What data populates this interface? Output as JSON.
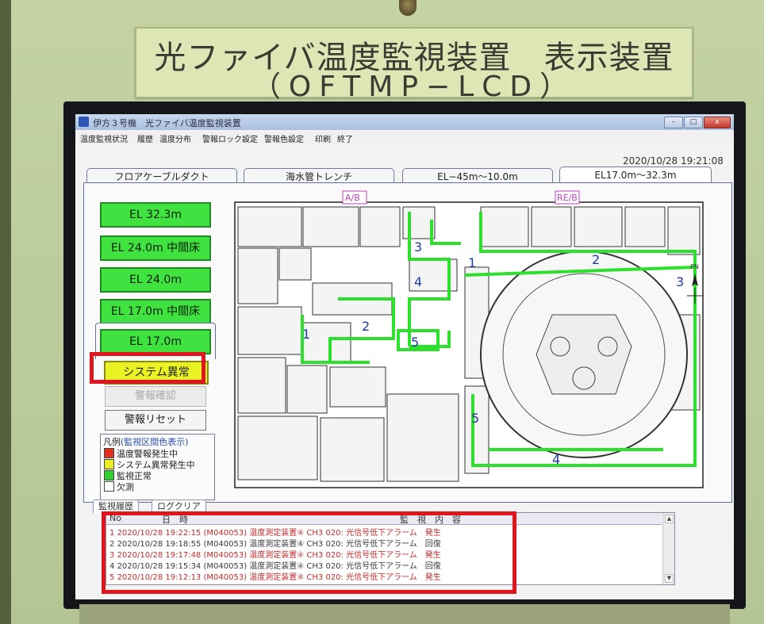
{
  "plate": {
    "line1": "光ファイバ温度監視装置　表示装置",
    "line2": "（OFTMP−LCD）"
  },
  "window": {
    "title": "伊方３号機　光ファイバ温度監視装置",
    "controls": {
      "minimize": "–",
      "maximize": "□",
      "close": "x"
    }
  },
  "menu": [
    "温度監視状況",
    "履歴",
    "温度分布",
    "警報ロック設定",
    "警報色設定",
    "印刷",
    "終了"
  ],
  "timestamp": "2020/10/28 19:21:08",
  "tabs": [
    {
      "label": "フロアケーブルダクト",
      "active": false
    },
    {
      "label": "海水管トレンチ",
      "active": false
    },
    {
      "label": "EL−45m〜10.0m",
      "active": false
    },
    {
      "label": "EL17.0m〜32.3m",
      "active": true
    }
  ],
  "levels": [
    "EL 32.3m",
    "EL 24.0m 中間床",
    "EL 24.0m",
    "EL 17.0m 中間床",
    "EL 17.0m"
  ],
  "selected_level": "EL 17.0m",
  "buttons": {
    "system_error": "システム異常",
    "alarm_ack": "警報確認",
    "alarm_reset": "警報リセット"
  },
  "legend": {
    "title": "凡例",
    "hint": "(監視区間色表示)",
    "items": [
      {
        "label": "温度警報発生中",
        "color": "#e03020"
      },
      {
        "label": "システム異常発生中",
        "color": "#e8ee20"
      },
      {
        "label": "監視正常",
        "color": "#30d030"
      },
      {
        "label": "欠測",
        "color": "#ffffff"
      }
    ]
  },
  "map": {
    "building_labels": [
      "A/B",
      "RE/B"
    ],
    "section_numbers": [
      "1",
      "2",
      "3",
      "4",
      "5",
      "1",
      "2",
      "3",
      "4",
      "5"
    ],
    "compass": "PN"
  },
  "log": {
    "tabs": [
      "監視履歴",
      "ログクリア"
    ],
    "columns": [
      "No",
      "日　時",
      "監　視　内　容"
    ],
    "rows": [
      {
        "no": "1",
        "datetime": "2020/10/28 19:22:15",
        "content": "(M040053) 温度測定装置④ CH3 020: 光信号低下アラーム　発生",
        "type": "alarm"
      },
      {
        "no": "2",
        "datetime": "2020/10/28 19:18:55",
        "content": "(M040053) 温度測定装置④ CH3 020: 光信号低下アラーム　回復",
        "type": "recover"
      },
      {
        "no": "3",
        "datetime": "2020/10/28 19:17:48",
        "content": "(M040053) 温度測定装置④ CH3 020: 光信号低下アラーム　発生",
        "type": "alarm"
      },
      {
        "no": "4",
        "datetime": "2020/10/28 19:15:34",
        "content": "(M040053) 温度測定装置④ CH3 020: 光信号低下アラーム　回復",
        "type": "recover"
      },
      {
        "no": "5",
        "datetime": "2020/10/28 19:12:13",
        "content": "(M040053) 温度測定装置④ CH3 020: 光信号低下アラーム　発生",
        "type": "alarm"
      }
    ]
  },
  "colors": {
    "normal": "#3fe23f",
    "system_error": "#e9f324",
    "highlight": "#e0151d",
    "cable_route": "#2ee02e"
  }
}
